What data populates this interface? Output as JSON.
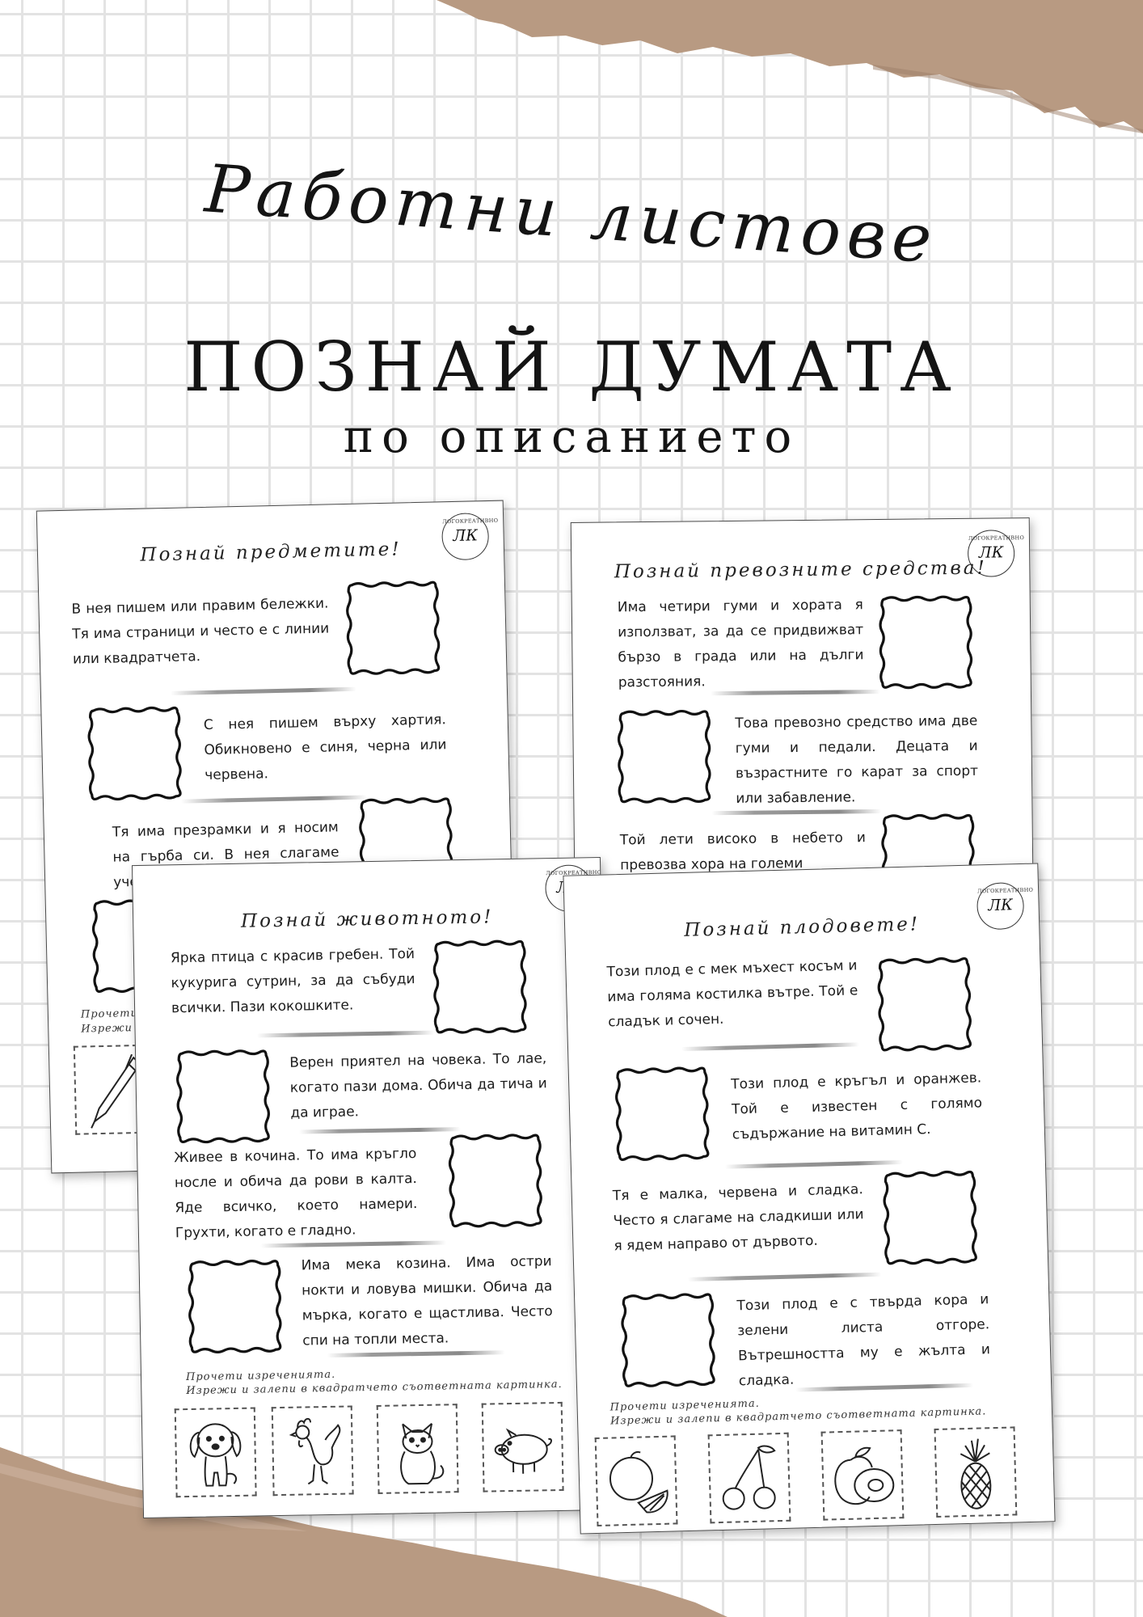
{
  "header": {
    "script_title": "Работни листове",
    "main_title": "ПОЗНАЙ ДУМАТА",
    "subtitle": "по описанието"
  },
  "logo": {
    "initials": "ЛК",
    "ring_text": "ЛОГОКРЕАТИВНО"
  },
  "sheets": {
    "objects": {
      "title": "Познай предметите!",
      "riddles": [
        "В нея пишем или правим бележки. Тя има страници и често е с линии или квадратчета.",
        "С нея пишем върху хартия. Обикновено е синя, черна или червена.",
        "Тя има презрамки и я носим на гърба си. В нея слагаме учебниците и тетрадките си."
      ],
      "instruction_1": "Прочети и",
      "instruction_2": "Изрежи и",
      "cards": [
        "pen-icon"
      ]
    },
    "vehicles": {
      "title": "Познай превозните средства!",
      "riddles": [
        "Има четири гуми и хората я използват, за да се придвижват бързо в града или на дълги разстояния.",
        "Това превозно средство има две гуми и педали. Децата и възрастните го карат за спорт или забавление.",
        "Той лети високо в небето и превозва хора на големи"
      ]
    },
    "animals": {
      "title": "Познай животното!",
      "riddles": [
        "Ярка птица с красив гребен. Той кукурига сутрин, за да събуди всички. Пази кокошките.",
        "Верен приятел на човека. То лае, когато пази дома. Обича да тича и да играе.",
        "Живее в кочина. То има кръгло носле и обича да рови в калта. Яде всичко, което намери. Грухти, когато е гладно.",
        "Има мека козина. Има остри нокти и ловува мишки. Обича да мърка, когато е щастлива. Често спи на топли места."
      ],
      "instruction_1": "Прочети изреченията.",
      "instruction_2": "Изрежи и залепи в квадратчето съответната картинка.",
      "cards": [
        "dog-icon",
        "rooster-icon",
        "cat-icon",
        "pig-icon"
      ]
    },
    "fruits": {
      "title": "Познай плодовете!",
      "riddles": [
        "Този плод е с мек мъхест косъм и има голяма костилка вътре. Той е сладък и сочен.",
        "Този плод е кръгъл и оранжев. Той е известен с голямо съдържание на витамин С.",
        "Тя е малка, червена и сладка. Често я слагаме на сладкиши или я ядем направо от дървото.",
        "Този плод е с твърда кора и зелени листа отгоре. Вътрешността му е жълта и сладка."
      ],
      "instruction_1": "Прочети изреченията.",
      "instruction_2": "Изрежи и залепи в квадратчето съответната картинка.",
      "cards": [
        "orange-icon",
        "cherry-icon",
        "peach-icon",
        "pineapple-icon"
      ]
    }
  },
  "colors": {
    "kraft_paper": "#b89a82",
    "grid_line": "#e3e3e3",
    "ink": "#1a1a1a"
  }
}
